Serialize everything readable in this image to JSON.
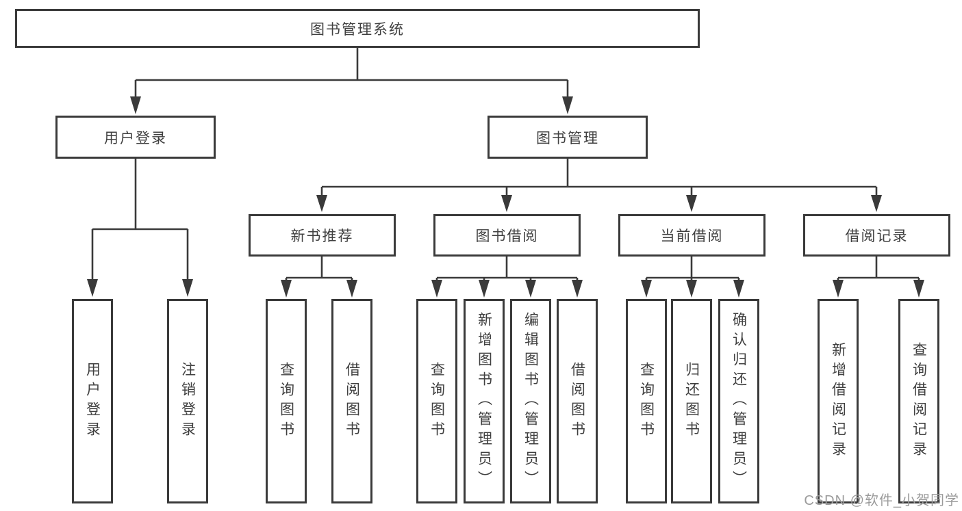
{
  "diagram": {
    "type": "hierarchy-tree",
    "tree": {
      "label": "图书管理系统",
      "children": [
        {
          "label": "用户登录",
          "children": [
            {
              "label": "用户登录"
            },
            {
              "label": "注销登录"
            }
          ]
        },
        {
          "label": "图书管理",
          "children": [
            {
              "label": "新书推荐",
              "children": [
                {
                  "label": "查询图书"
                },
                {
                  "label": "借阅图书"
                }
              ]
            },
            {
              "label": "图书借阅",
              "children": [
                {
                  "label": "查询图书"
                },
                {
                  "label": "新增图书（管理员）"
                },
                {
                  "label": "编辑图书（管理员）"
                },
                {
                  "label": "借阅图书"
                }
              ]
            },
            {
              "label": "当前借阅",
              "children": [
                {
                  "label": "查询图书"
                },
                {
                  "label": "归还图书"
                },
                {
                  "label": "确认归还（管理员）"
                }
              ]
            },
            {
              "label": "借阅记录",
              "children": [
                {
                  "label": "新增借阅记录"
                },
                {
                  "label": "查询借阅记录"
                }
              ]
            }
          ]
        }
      ]
    },
    "style": {
      "line_color": "#3a3a3a",
      "box_background": "#ffffff",
      "text_color": "#404040"
    }
  },
  "watermark": {
    "text": "CSDN @软件_小贺同学",
    "color": "#9b9b9b"
  }
}
